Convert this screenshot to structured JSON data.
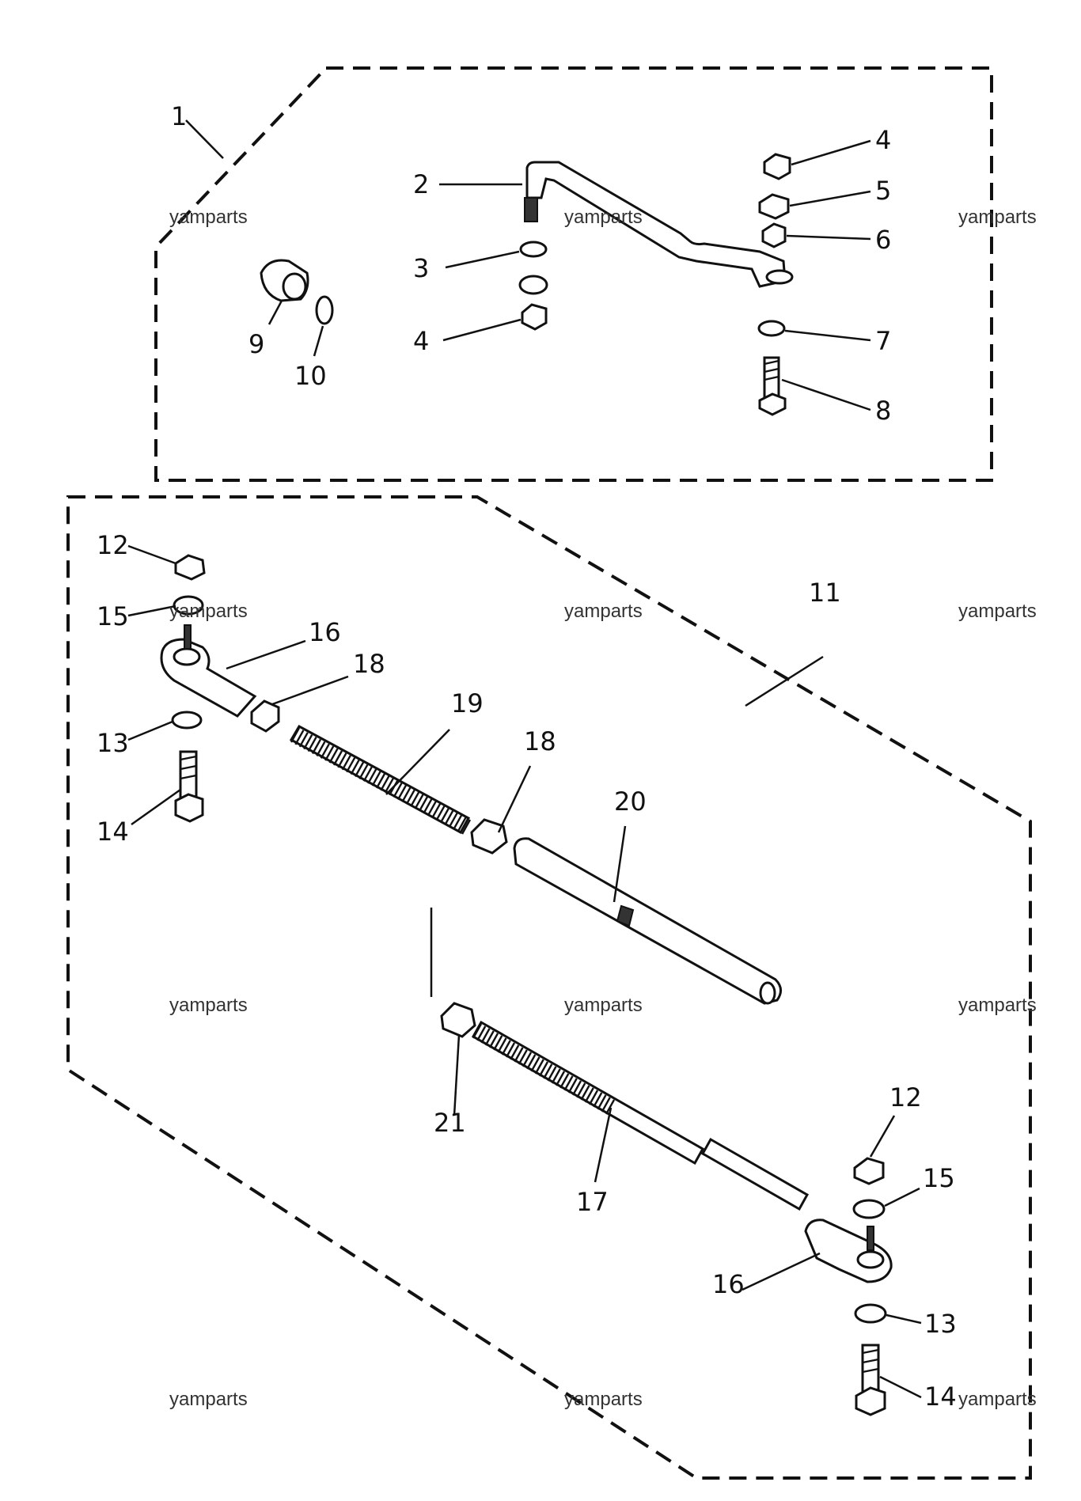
{
  "callouts": {
    "c1": "1",
    "c2": "2",
    "c3": "3",
    "c4a": "4",
    "c4b": "4",
    "c5": "5",
    "c6": "6",
    "c7": "7",
    "c8": "8",
    "c9": "9",
    "c10": "10",
    "c11": "11",
    "c12a": "12",
    "c12b": "12",
    "c13a": "13",
    "c13b": "13",
    "c14a": "14",
    "c14b": "14",
    "c15a": "15",
    "c15b": "15",
    "c16a": "16",
    "c16b": "16",
    "c17": "17",
    "c18a": "18",
    "c18b": "18",
    "c19": "19",
    "c20": "20",
    "c21": "21"
  },
  "watermarks": {
    "w1": "yamparts",
    "w2": "yamparts",
    "w3": "yamparts",
    "w4": "yamparts",
    "w5": "yamparts",
    "w6": "yamparts",
    "w7": "yamparts",
    "w8": "yamparts",
    "w9": "yamparts",
    "w10": "yamparts",
    "w11": "yamparts",
    "w12": "yamparts"
  },
  "colors": {
    "ink": "#111111",
    "paper": "#ffffff"
  }
}
